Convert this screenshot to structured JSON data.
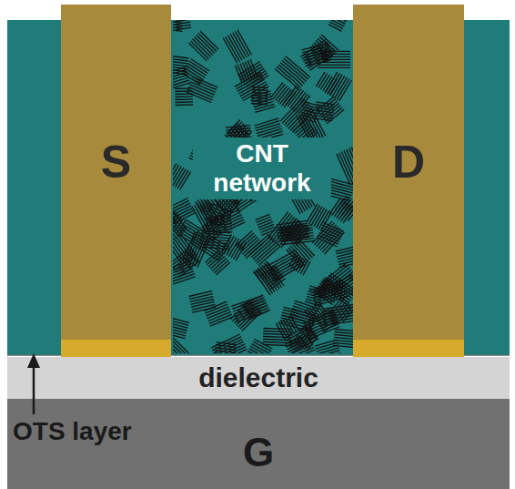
{
  "diagram": {
    "nodes": [
      {
        "text": [
          "S"
        ]
      },
      {
        "text": [
          "CNT network"
        ]
      },
      {
        "text": [
          "D"
        ]
      },
      {
        "text": [
          "dielectric"
        ]
      },
      {
        "text": [
          "G"
        ]
      }
    ],
    "labels": [
      "OTS layer"
    ]
  }
}
